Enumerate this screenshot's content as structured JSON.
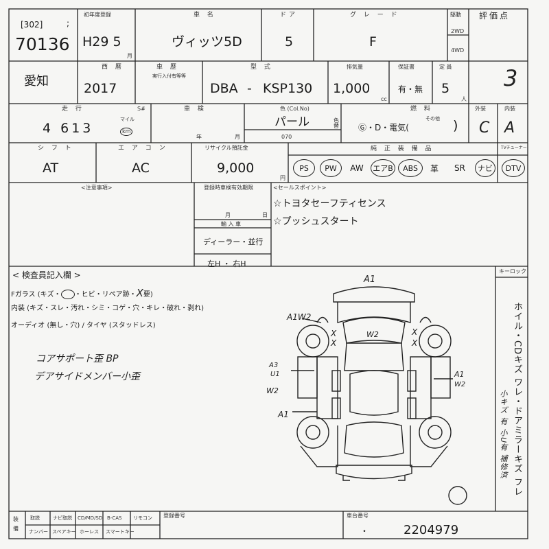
{
  "header": {
    "lot_bracket": "[302]",
    "lot_semicolon": ";",
    "lot_number": "70136",
    "first_reg_label": "初年度登録",
    "first_reg_value": "H29 5",
    "first_reg_unit": "月",
    "car_name_label": "車 名",
    "car_name": "ヴィッツ5D",
    "door_label": "ドア",
    "doors": "5",
    "grade_label": "グ レ ー ド",
    "grade": "F",
    "drive_label": "駆動",
    "drive_2wd": "2WD",
    "drive_4wd": "4WD",
    "score_label": "評価点",
    "score": "3"
  },
  "row2": {
    "region": "愛知",
    "year_label": "西 暦",
    "year": "2017",
    "chassis_label": "車 歴",
    "chassis_sub": "実行入付有等等",
    "model_label": "型 式",
    "model_prefix": "DBA",
    "model_dash": "-",
    "model_code": "KSP130",
    "displacement_label": "排気量",
    "displacement": "1,000",
    "displacement_unit": "cc",
    "warranty_label": "保証書",
    "warranty": "有・無",
    "capacity_label": "定 員",
    "capacity": "5",
    "capacity_unit": "人"
  },
  "row3": {
    "mileage_label": "走 行",
    "mileage": "4 613",
    "mileage_unit_mile": "マイル",
    "mileage_unit_km": "km",
    "multiplier_label": "S#",
    "inspection_label": "車 検",
    "inspection_year": "年",
    "inspection_month": "月",
    "color_label": "色 (Col.No)",
    "color": "パール",
    "color_code": "070",
    "color_change_label": "色替",
    "fuel_label": "燃 料",
    "fuel_options": "Ⓖ・D・電気(",
    "fuel_other_label": "その他",
    "fuel_close": ")",
    "exterior_label": "外装",
    "exterior": "C",
    "interior_label": "内装",
    "interior": "A"
  },
  "row4": {
    "shift_label": "シ フ ト",
    "shift": "AT",
    "ac_label": "エ ア コ ン",
    "ac": "AC",
    "recycle_label": "リサイクル預託金",
    "recycle": "9,000",
    "recycle_unit": "円",
    "equipment_label": "純 正 装 備 品",
    "equipment": [
      "PS",
      "PW",
      "AW",
      "エアB",
      "ABS",
      "革",
      "SR",
      "ナビ",
      "DTV"
    ],
    "tv_label": "TVチューナー"
  },
  "notes": {
    "caution_label": "<注意事項>",
    "inspection_expiry_label": "登録時車検有効期限",
    "inspection_expiry_month": "月",
    "inspection_expiry_day": "日",
    "import_label": "輸 入 車",
    "import_value": "ディーラー・並行",
    "steering": "左H ・ 右H",
    "sales_label": "<セールスポイント>",
    "sales_points": [
      "☆トヨタセーフティセンス",
      "☆プッシュスタート"
    ]
  },
  "inspector": {
    "label": "< 検査員記入欄 >",
    "line1_prefix": "Fガラス (キズ・",
    "line1_rest": "・ヒビ・リペア跡・",
    "line1_x": "X",
    "line1_req": "要)",
    "line2": "内装 (キズ・スレ・汚れ・シミ・コゲ・穴・キレ・破れ・剥れ)",
    "line3": "オーディオ (無し・穴) / タイヤ (スタッドレス)",
    "handwritten": [
      "コアサポート歪 BP",
      "デアサイドメンバー小歪"
    ]
  },
  "diagram_marks": {
    "front": "A1",
    "front_left": "A1W2",
    "roof": "W2",
    "left_mid_1": "A3",
    "left_mid_2": "U1",
    "left_mid_3": "W2",
    "right_mid_1": "A1",
    "right_mid_2": "W2",
    "left_rear": "A1",
    "cross": "X"
  },
  "side_panel": {
    "label": "キーロック",
    "vertical_text": "ホイル・CDキズ ワレ・ドアミラーキズ フレ",
    "marks": "小キズ 有 小U有 補修済"
  },
  "footer": {
    "side_label": "装備",
    "items_row1": [
      "取説",
      "ナビ取説",
      "CD/MD/SD",
      "B-CAS",
      "リモコン"
    ],
    "items_row2": [
      "ナンバー",
      "スペアキー",
      "ホーレス",
      "スマートキー"
    ],
    "reg_no_label": "登録番号",
    "chassis_no_label": "車台番号",
    "chassis_no_dot": "・",
    "chassis_no": "2204979"
  }
}
